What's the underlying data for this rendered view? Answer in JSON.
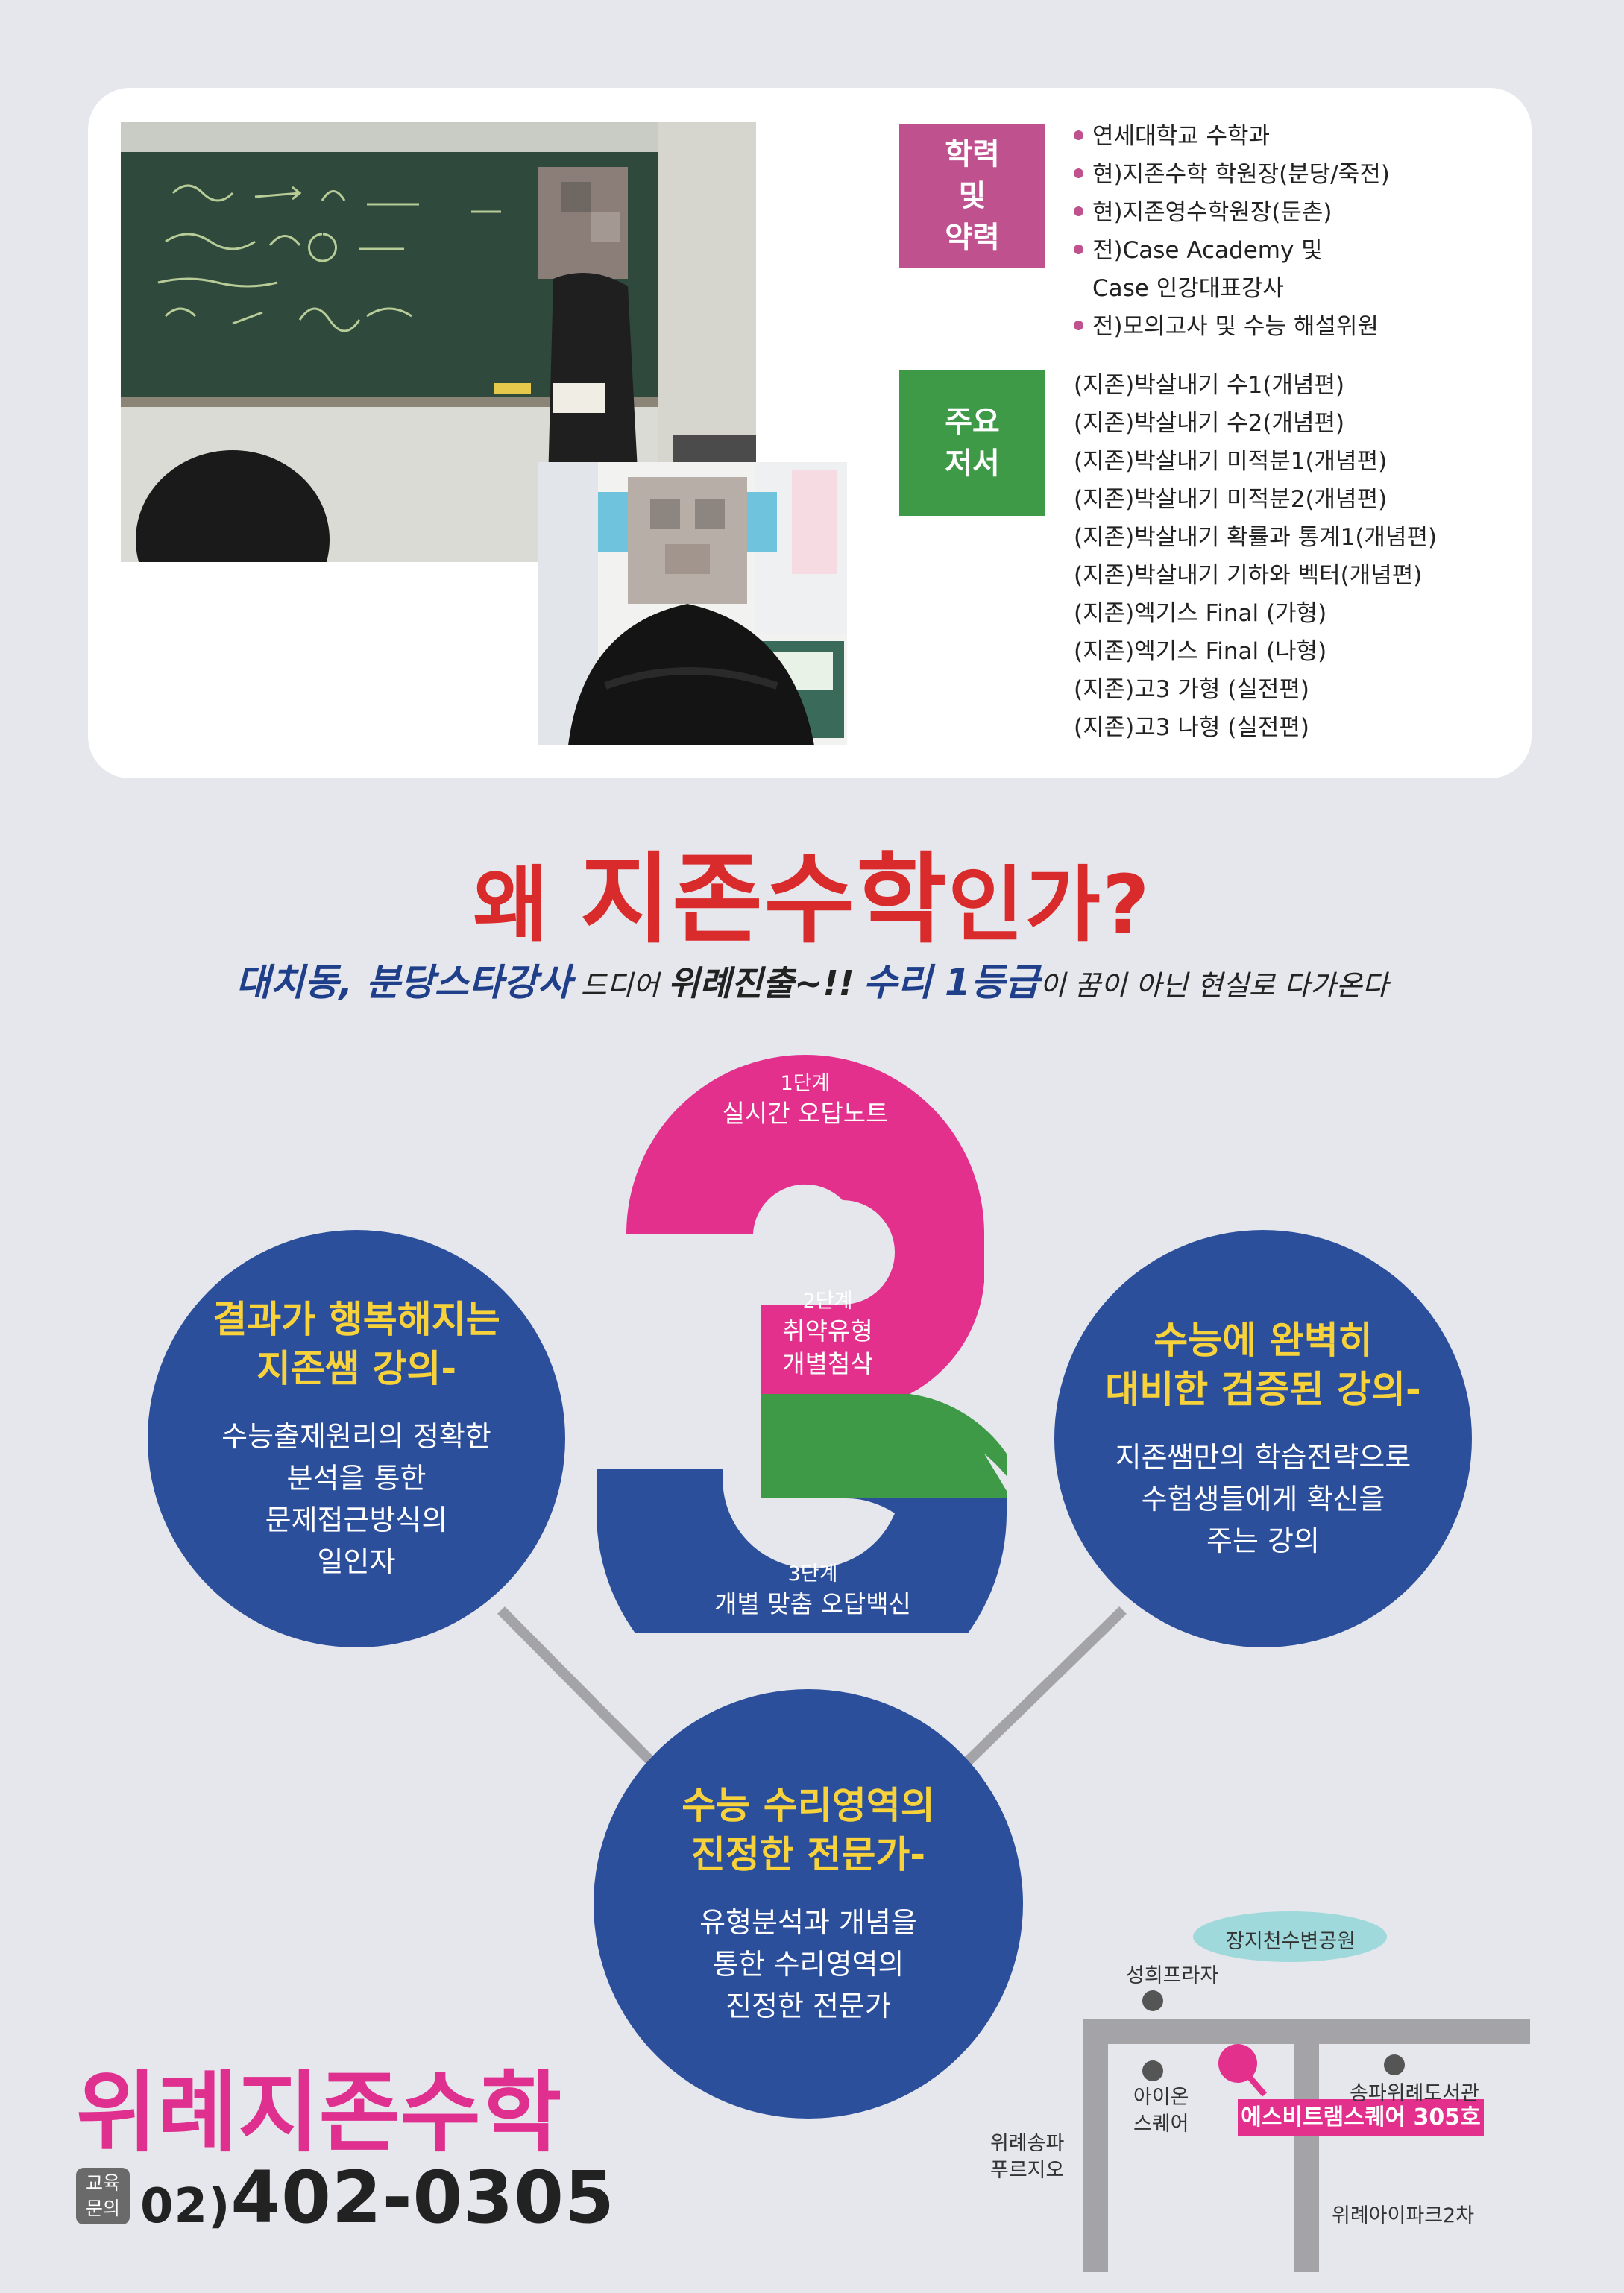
{
  "profile": {
    "education_label": [
      "학력",
      "및",
      "약력"
    ],
    "education_items": [
      {
        "text": "연세대학교 수학과",
        "bullet": true
      },
      {
        "text": "현)지존수학 학원장(분당/죽전)",
        "bullet": true
      },
      {
        "text": "현)지존영수학원장(둔촌)",
        "bullet": true
      },
      {
        "text": "전)Case Academy 및",
        "bullet": true
      },
      {
        "text": "Case 인강대표강사",
        "bullet": false
      },
      {
        "text": "전)모의고사 및 수능 해설위원",
        "bullet": true
      }
    ],
    "books_label": [
      "주요",
      "저서"
    ],
    "books_items": [
      "(지존)박살내기 수1(개념편)",
      "(지존)박살내기 수2(개념편)",
      "(지존)박살내기 미적분1(개념편)",
      "(지존)박살내기 미적분2(개념편)",
      "(지존)박살내기 확률과 통계1(개념편)",
      "(지존)박살내기 기하와 벡터(개념편)",
      "(지존)엑기스 Final (가형)",
      "(지존)엑기스 Final (나형)",
      "(지존)고3 가형 (실전편)",
      "(지존)고3 나형 (실전편)"
    ]
  },
  "headline": {
    "prefix": "왜 ",
    "emphasis": "지존수학",
    "suffix": "인가?"
  },
  "subheadline": {
    "part1": "대치동, 분당스타강사",
    "part2": " 드디어 ",
    "part3": "위례진출~!!",
    "part4": "수리 1등급",
    "part5": "이 꿈이 아닌 현실로 다가온다"
  },
  "steps": [
    {
      "num": "1단계",
      "name": "실시간 오답노트",
      "color": "#e3308c"
    },
    {
      "num": "2단계",
      "name_lines": [
        "취약유형",
        "개별첨삭"
      ],
      "color": "#3f9a48"
    },
    {
      "num": "3단계",
      "name": "개별 맞춤 오답백신",
      "color": "#2c4f9c"
    }
  ],
  "features": {
    "left": {
      "title": [
        "결과가 행복해지는",
        "지존쌤 강의-"
      ],
      "body": [
        "수능출제원리의 정확한",
        "분석을 통한",
        "문제접근방식의",
        "일인자"
      ]
    },
    "right": {
      "title": [
        "수능에 완벽히",
        "대비한 검증된 강의-"
      ],
      "body": [
        "지존쌤만의 학습전략으로",
        "수험생들에게 확신을",
        "주는 강의"
      ]
    },
    "bottom": {
      "title": [
        "수능 수리영역의",
        "진정한 전문가-"
      ],
      "body": [
        "유형분석과 개념을",
        "통한 수리영역의",
        "진정한 전문가"
      ]
    }
  },
  "brand": {
    "name": "위례지존수학",
    "badge": [
      "교육",
      "문의"
    ],
    "phone_prefix": "02)",
    "phone": "402-0305"
  },
  "map": {
    "park": "장지천수변공원",
    "plaza": "성희프라자",
    "icon_line1": "아이온",
    "icon_line2": "스퀘어",
    "library": "송파위례도서관",
    "target": "에스비트램스퀘어 305호",
    "prugio_line1": "위례송파",
    "prugio_line2": "푸르지오",
    "ipark": "위례아이파크2차"
  },
  "colors": {
    "pink": "#e3308c",
    "green": "#3f9a48",
    "blue": "#2c4f9c",
    "red": "#d92b2b",
    "yellow": "#f7d23b"
  }
}
